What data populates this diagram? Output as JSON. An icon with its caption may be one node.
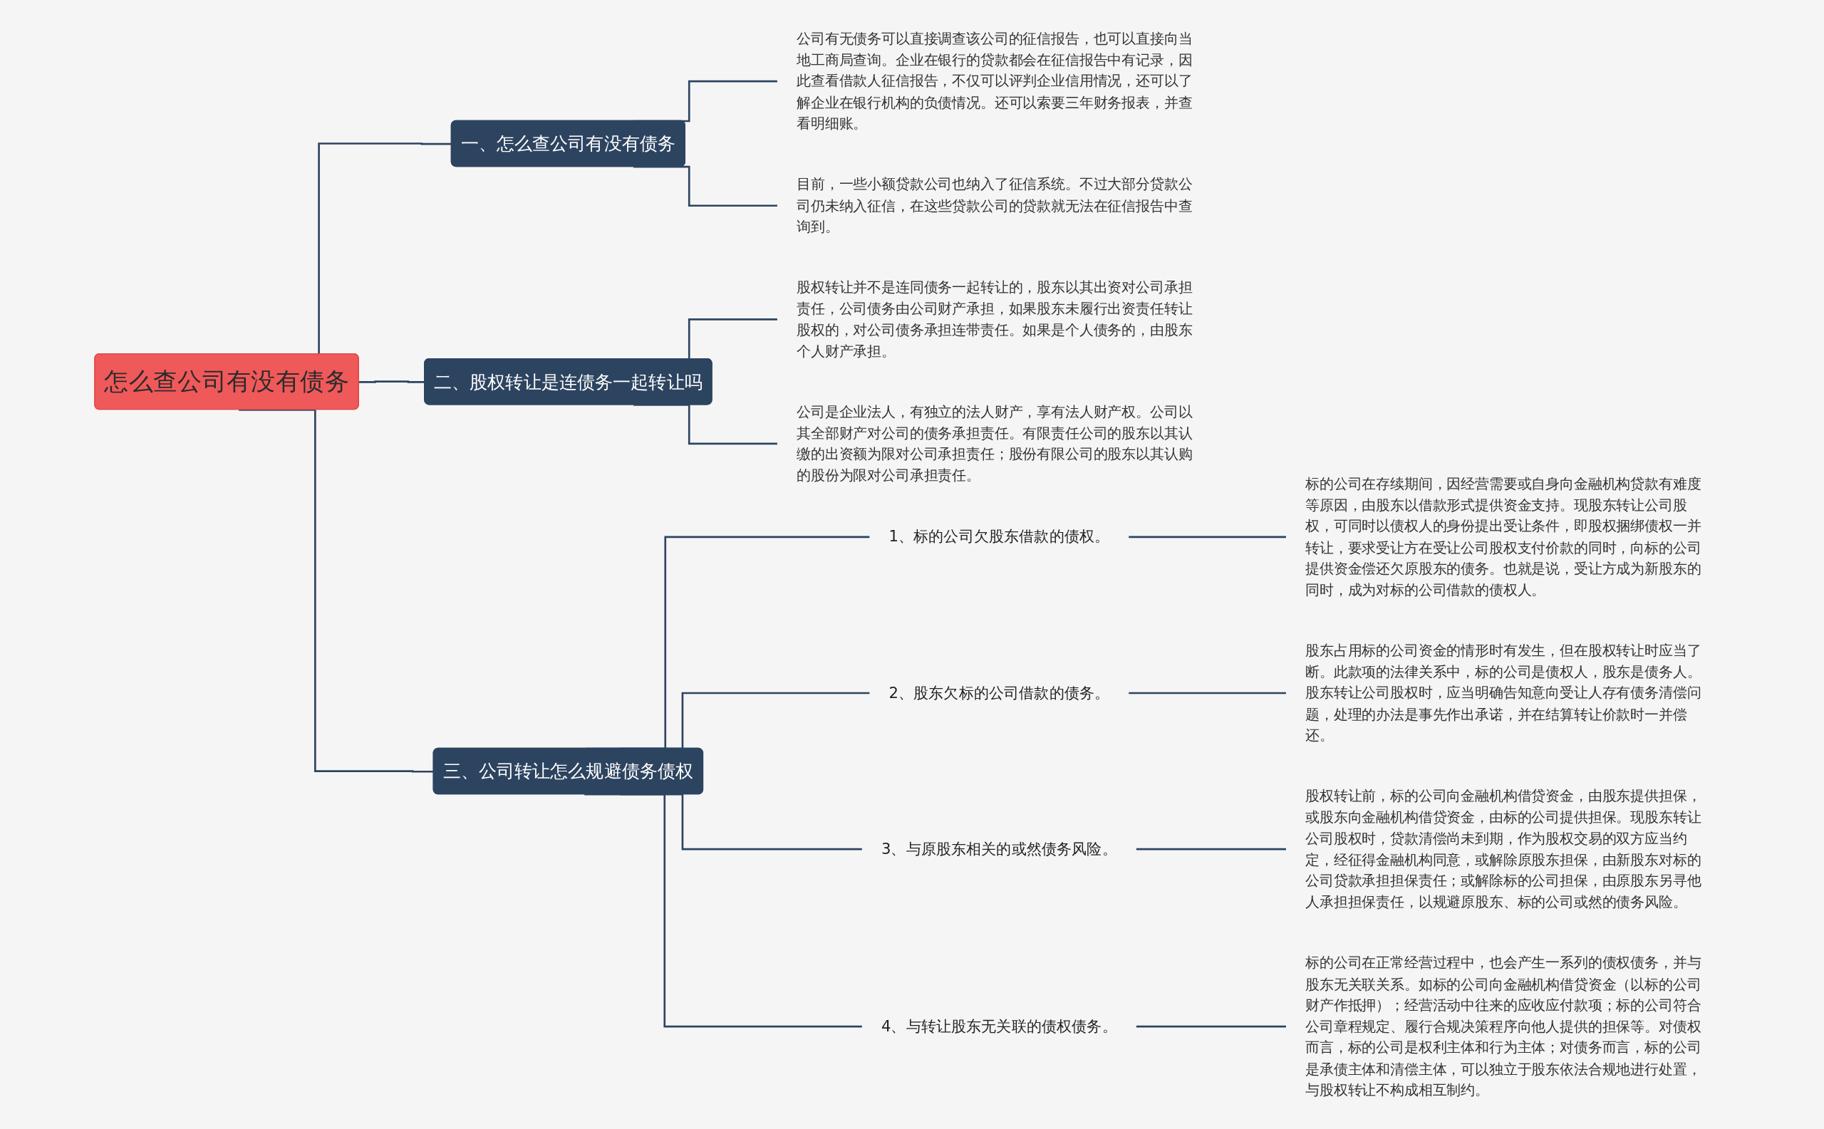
{
  "diagram": {
    "nodes": [
      {
        "text": [
          "怎么查公司有没有债务"
        ]
      },
      {
        "text": [
          "一、怎么查公司有没有债务"
        ]
      },
      {
        "text": [
          "公司有无债务可以直接调查该公司的征信报告，也可以直接向当地工商局查询。企业在银行的贷款都会在征信报告中有记录，因此查看借款人征信报告，不仅可以评判企业信用情况，还可以了解企业在银行机构的负债情况。还可以索要三年财务报表，并查看明细账。"
        ]
      },
      {
        "text": [
          "目前，一些小额贷款公司也纳入了征信系统。不过大部分贷款公司仍未纳入征信，在这些贷款公司的贷款就无法在征信报告中查询到。"
        ]
      },
      {
        "text": [
          "二、股权转让是连债务一起转让吗"
        ]
      },
      {
        "text": [
          "股权转让并不是连同债务一起转让的，股东以其出资对公司承担责任，公司债务由公司财产承担，如果股东未履行出资责任转让股权的，对公司债务承担连带责任。如果是个人债务的，由股东个人财产承担。"
        ]
      },
      {
        "text": [
          "公司是企业法人，有独立的法人财产，享有法人财产权。公司以其全部财产对公司的债务承担责任。有限责任公司的股东以其认缴的出资额为限对公司承担责任；股份有限公司的股东以其认购的股份为限对公司承担责任。"
        ]
      },
      {
        "text": [
          "三、公司转让怎么规避债务债权"
        ]
      },
      {
        "text": [
          "1、标的公司欠股东借款的债权。"
        ]
      },
      {
        "text": [
          "标的公司在存续期间，因经营需要或自身向金融机构贷款有难度等原因，由股东以借款形式提供资金支持。现股东转让公司股权，可同时以债权人的身份提出受让条件，即股权捆绑债权一并转让，要求受让方在受让公司股权支付价款的同时，向标的公司提供资金偿还欠原股东的债务。也就是说，受让方成为新股东的同时，成为对标的公司借款的债权人。"
        ]
      },
      {
        "text": [
          "2、股东欠标的公司借款的债务。"
        ]
      },
      {
        "text": [
          "股东占用标的公司资金的情形时有发生，但在股权转让时应当了断。此款项的法律关系中，标的公司是债权人，股东是债务人。股东转让公司股权时，应当明确告知意向受让人存有债务清偿问题，处理的办法是事先作出承诺，并在结算转让价款时一并偿还。"
        ]
      },
      {
        "text": [
          "3、与原股东相关的或然债务风险。"
        ]
      },
      {
        "text": [
          "股权转让前，标的公司向金融机构借贷资金，由股东提供担保，或股东向金融机构借贷资金，由标的公司提供担保。现股东转让公司股权时，贷款清偿尚未到期，作为股权交易的双方应当约定，经征得金融机构同意，或解除原股东担保，由新股东对标的公司贷款承担担保责任；或解除标的公司担保，由原股东另寻他人承担担保责任，以规避原股东、标的公司或然的债务风险。"
        ]
      },
      {
        "text": [
          "4、与转让股东无关联的债权债务。"
        ]
      },
      {
        "text": [
          "标的公司在正常经营过程中，也会产生一系列的债权债务，并与股东无关联关系。如标的公司向金融机构借贷资金（以标的公司财产作抵押）；经营活动中往来的应收应付款项；标的公司符合公司章程规定、履行合规决策程序向他人提供的担保等。对债权而言，标的公司是权利主体和行为主体；对债务而言，标的公司是承债主体和清偿主体，可以独立于股东依法合规地进行处置，与股权转让不构成相互制约。"
        ]
      }
    ],
    "edges": [
      {
        "from": 0,
        "to": 1,
        "arrow": "none"
      },
      {
        "from": 1,
        "to": 2,
        "arrow": "none"
      },
      {
        "from": 1,
        "to": 3,
        "arrow": "none"
      },
      {
        "from": 0,
        "to": 4,
        "arrow": "none"
      },
      {
        "from": 4,
        "to": 5,
        "arrow": "none"
      },
      {
        "from": 4,
        "to": 6,
        "arrow": "none"
      },
      {
        "from": 0,
        "to": 7,
        "arrow": "none"
      },
      {
        "from": 7,
        "to": 8,
        "arrow": "none"
      },
      {
        "from": 8,
        "to": 9,
        "arrow": "none"
      },
      {
        "from": 7,
        "to": 10,
        "arrow": "none"
      },
      {
        "from": 10,
        "to": 11,
        "arrow": "none"
      },
      {
        "from": 7,
        "to": 12,
        "arrow": "none"
      },
      {
        "from": 12,
        "to": 13,
        "arrow": "none"
      },
      {
        "from": 7,
        "to": 14,
        "arrow": "none"
      },
      {
        "from": 14,
        "to": 15,
        "arrow": "none"
      }
    ]
  }
}
